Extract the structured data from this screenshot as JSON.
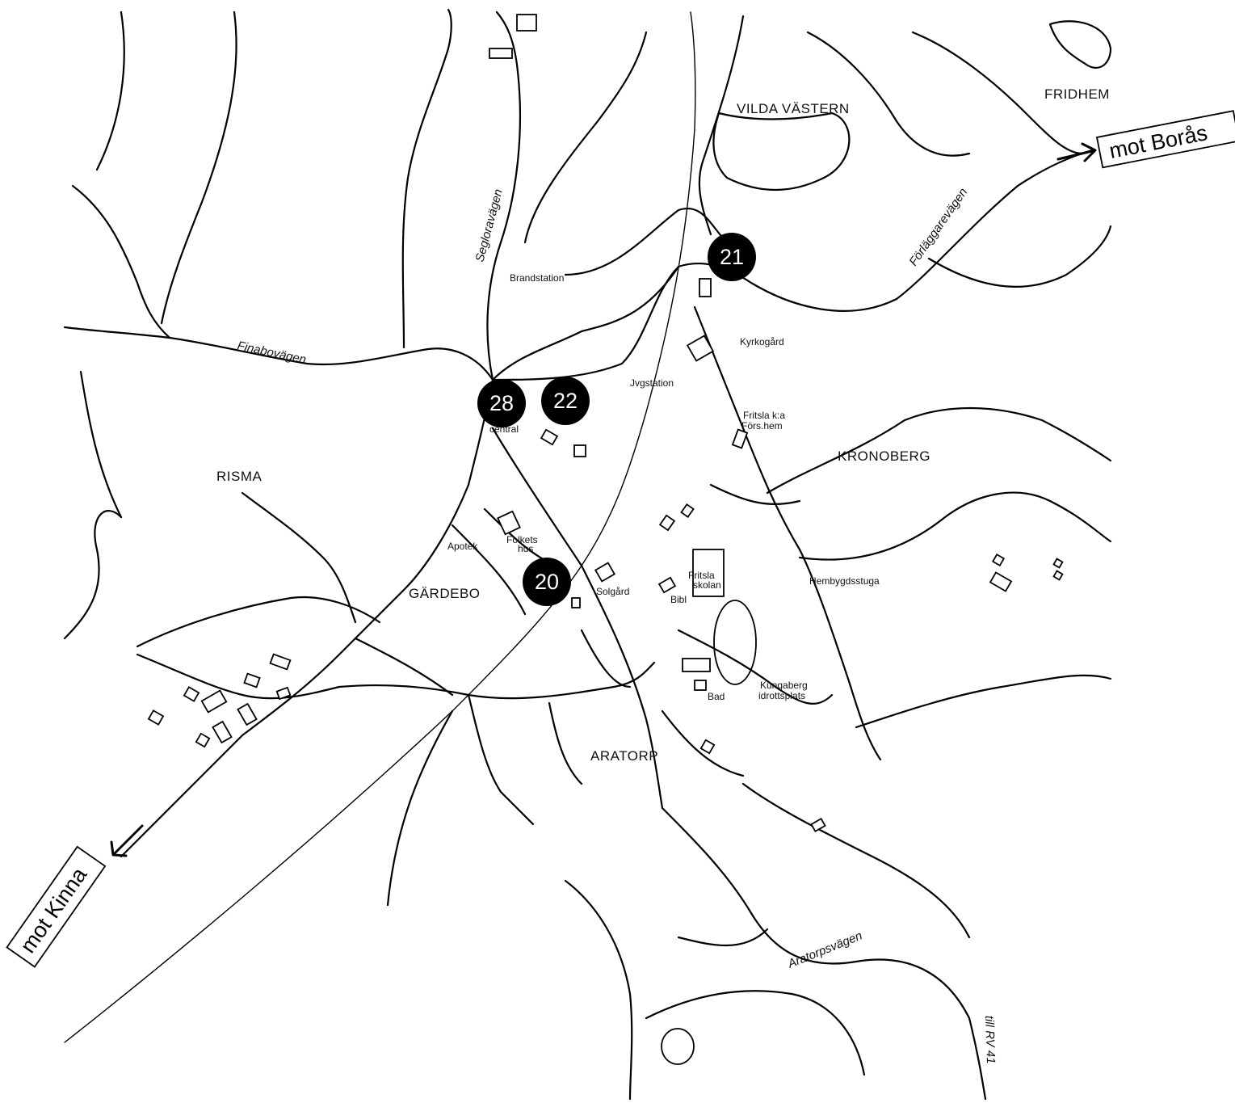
{
  "map": {
    "area_labels": {
      "vilda_vastern": "VILDA VÄSTERN",
      "fridhem": "FRIDHEM",
      "kronoberg": "KRONOBERG",
      "risma": "RISMA",
      "gardebo": "GÄRDEBO",
      "aratorp": "ARATORP"
    },
    "road_labels": {
      "segloravagen": "Segloravägen",
      "finabovagen": "Finabovägen",
      "forlaggarevagen": "Förläggarevägen",
      "aratorpsvagen": "Aratorpsvägen",
      "till_rv41": "till RV 41"
    },
    "place_labels": {
      "brandstation": "Brandstation",
      "kyrkogard": "Kyrkogård",
      "jvgstation": "Jvgstation",
      "fritsla_kyrka": "Fritsla k:a",
      "forshem": "Förs.hem",
      "central": "central",
      "apotek": "Apotek",
      "folketshus_1": "Folkets",
      "folketshus_2": "hus",
      "solgard": "Solgård",
      "bibl": "Bibl",
      "fritslaskolan_1": "Fritsla",
      "fritslaskolan_2": "skolan",
      "hembygdsstuga": "Hembygdsstuga",
      "kungaberg_1": "Kungaberg",
      "kungaberg_2": "idrottsplats",
      "bad": "Bad"
    },
    "markers": [
      {
        "number": "21"
      },
      {
        "number": "22"
      },
      {
        "number": "28"
      },
      {
        "number": "20"
      }
    ],
    "directions": {
      "boras": "mot Borås",
      "kinna": "mot Kinna"
    }
  }
}
